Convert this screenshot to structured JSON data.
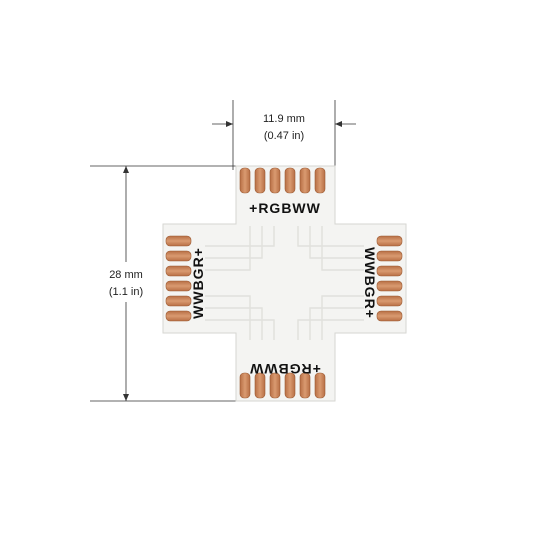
{
  "dimensions": {
    "width_mm": "11.9 mm",
    "width_in": "(0.47 in)",
    "height_mm": "28 mm",
    "height_in": "(1.1 in)"
  },
  "labels": {
    "top": "+RGBWW",
    "right": "WWBGR+",
    "bottom": "+RGBWW",
    "left": "WWBGR+"
  },
  "colors": {
    "board": "#f4f4f2",
    "pad": "#c8845a",
    "pad_dark": "#a9643c",
    "trace": "#e2e2df",
    "dim_line": "#333333"
  }
}
